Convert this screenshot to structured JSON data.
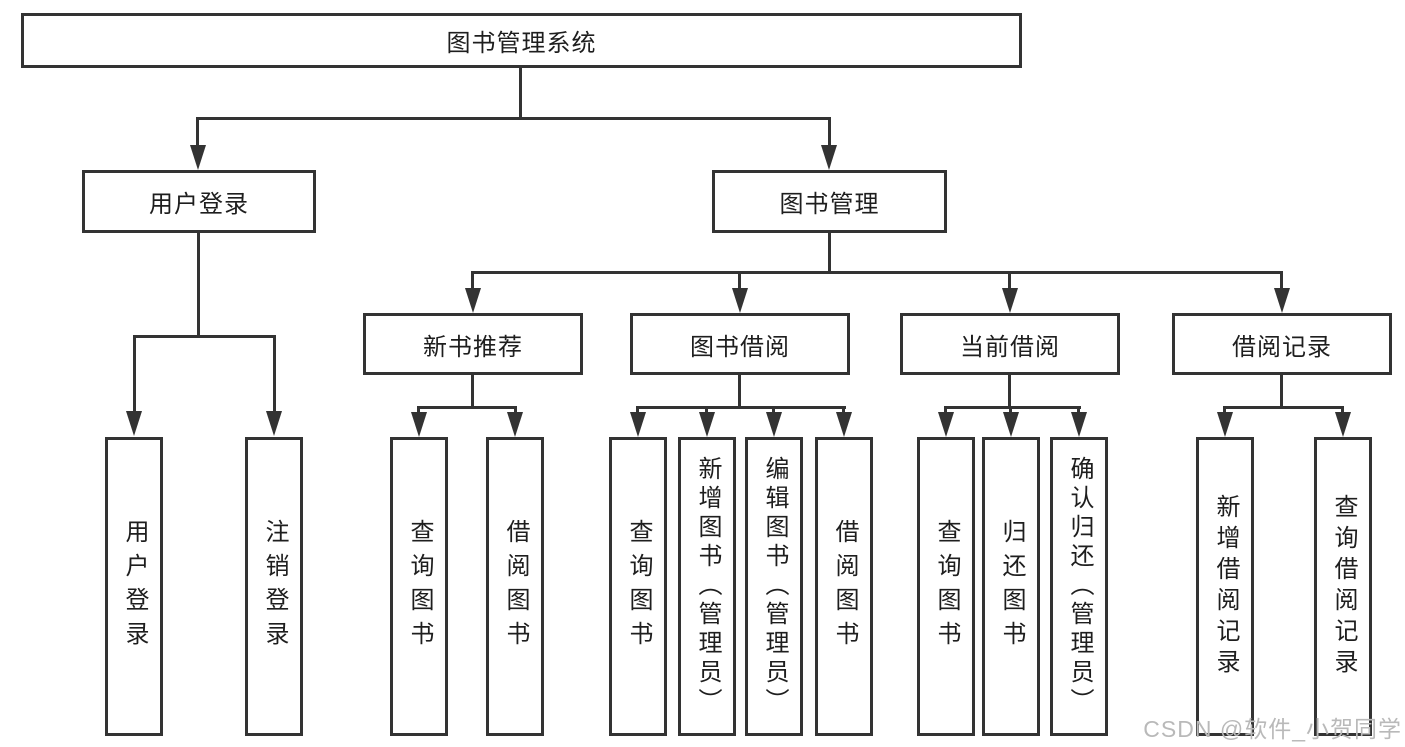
{
  "root": {
    "label": "图书管理系统",
    "children": [
      {
        "label": "用户登录",
        "children": [
          {
            "label": "用户登录"
          },
          {
            "label": "注销登录"
          }
        ]
      },
      {
        "label": "图书管理",
        "children": [
          {
            "label": "新书推荐",
            "children": [
              {
                "label": "查询图书"
              },
              {
                "label": "借阅图书"
              }
            ]
          },
          {
            "label": "图书借阅",
            "children": [
              {
                "label": "查询图书"
              },
              {
                "label": "新增图书（管理员）"
              },
              {
                "label": "编辑图书（管理员）"
              },
              {
                "label": "借阅图书"
              }
            ]
          },
          {
            "label": "当前借阅",
            "children": [
              {
                "label": "查询图书"
              },
              {
                "label": "归还图书"
              },
              {
                "label": "确认归还（管理员）"
              }
            ]
          },
          {
            "label": "借阅记录",
            "children": [
              {
                "label": "新增借阅记录"
              },
              {
                "label": "查询借阅记录"
              }
            ]
          }
        ]
      }
    ]
  },
  "watermark": {
    "text": "CSDN @软件_小贺同学"
  },
  "colors": {
    "line": "#333333",
    "text": "#1e1e1e",
    "watermark": "#b9b9b9",
    "background": "#ffffff"
  }
}
